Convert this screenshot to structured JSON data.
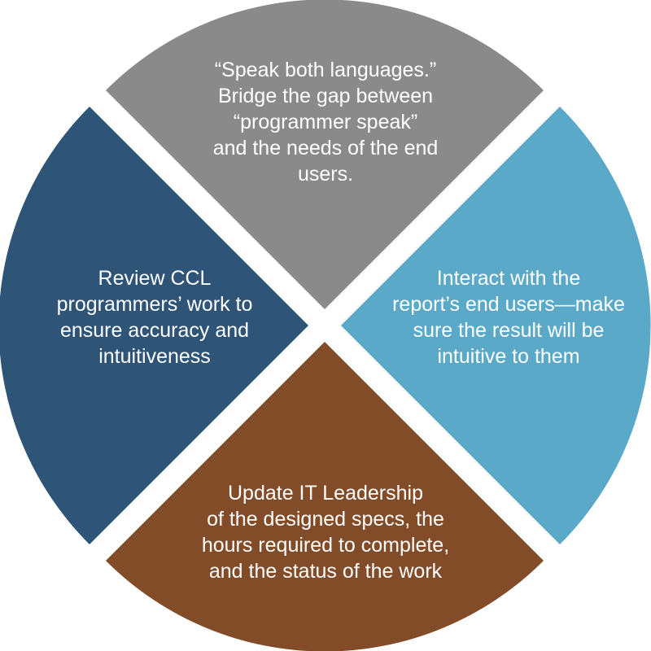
{
  "quadrants": {
    "top": {
      "color": "#8a8a8a",
      "lines": [
        "“Speak both languages.”",
        "Bridge the gap between",
        "“programmer speak”",
        "and the needs of the end",
        "users."
      ]
    },
    "right": {
      "color": "#5aa9c9",
      "lines": [
        "Interact with the",
        "report’s end users—make",
        "sure the result will be",
        "intuitive to them"
      ]
    },
    "bottom": {
      "color": "#834c28",
      "lines": [
        "Update IT Leadership",
        "of the designed specs, the",
        "hours required to complete,",
        "and the status of the work"
      ]
    },
    "left": {
      "color": "#2e5478",
      "lines": [
        "Review CCL",
        "programmers’ work to",
        "ensure accuracy and",
        "intuitiveness"
      ]
    }
  }
}
